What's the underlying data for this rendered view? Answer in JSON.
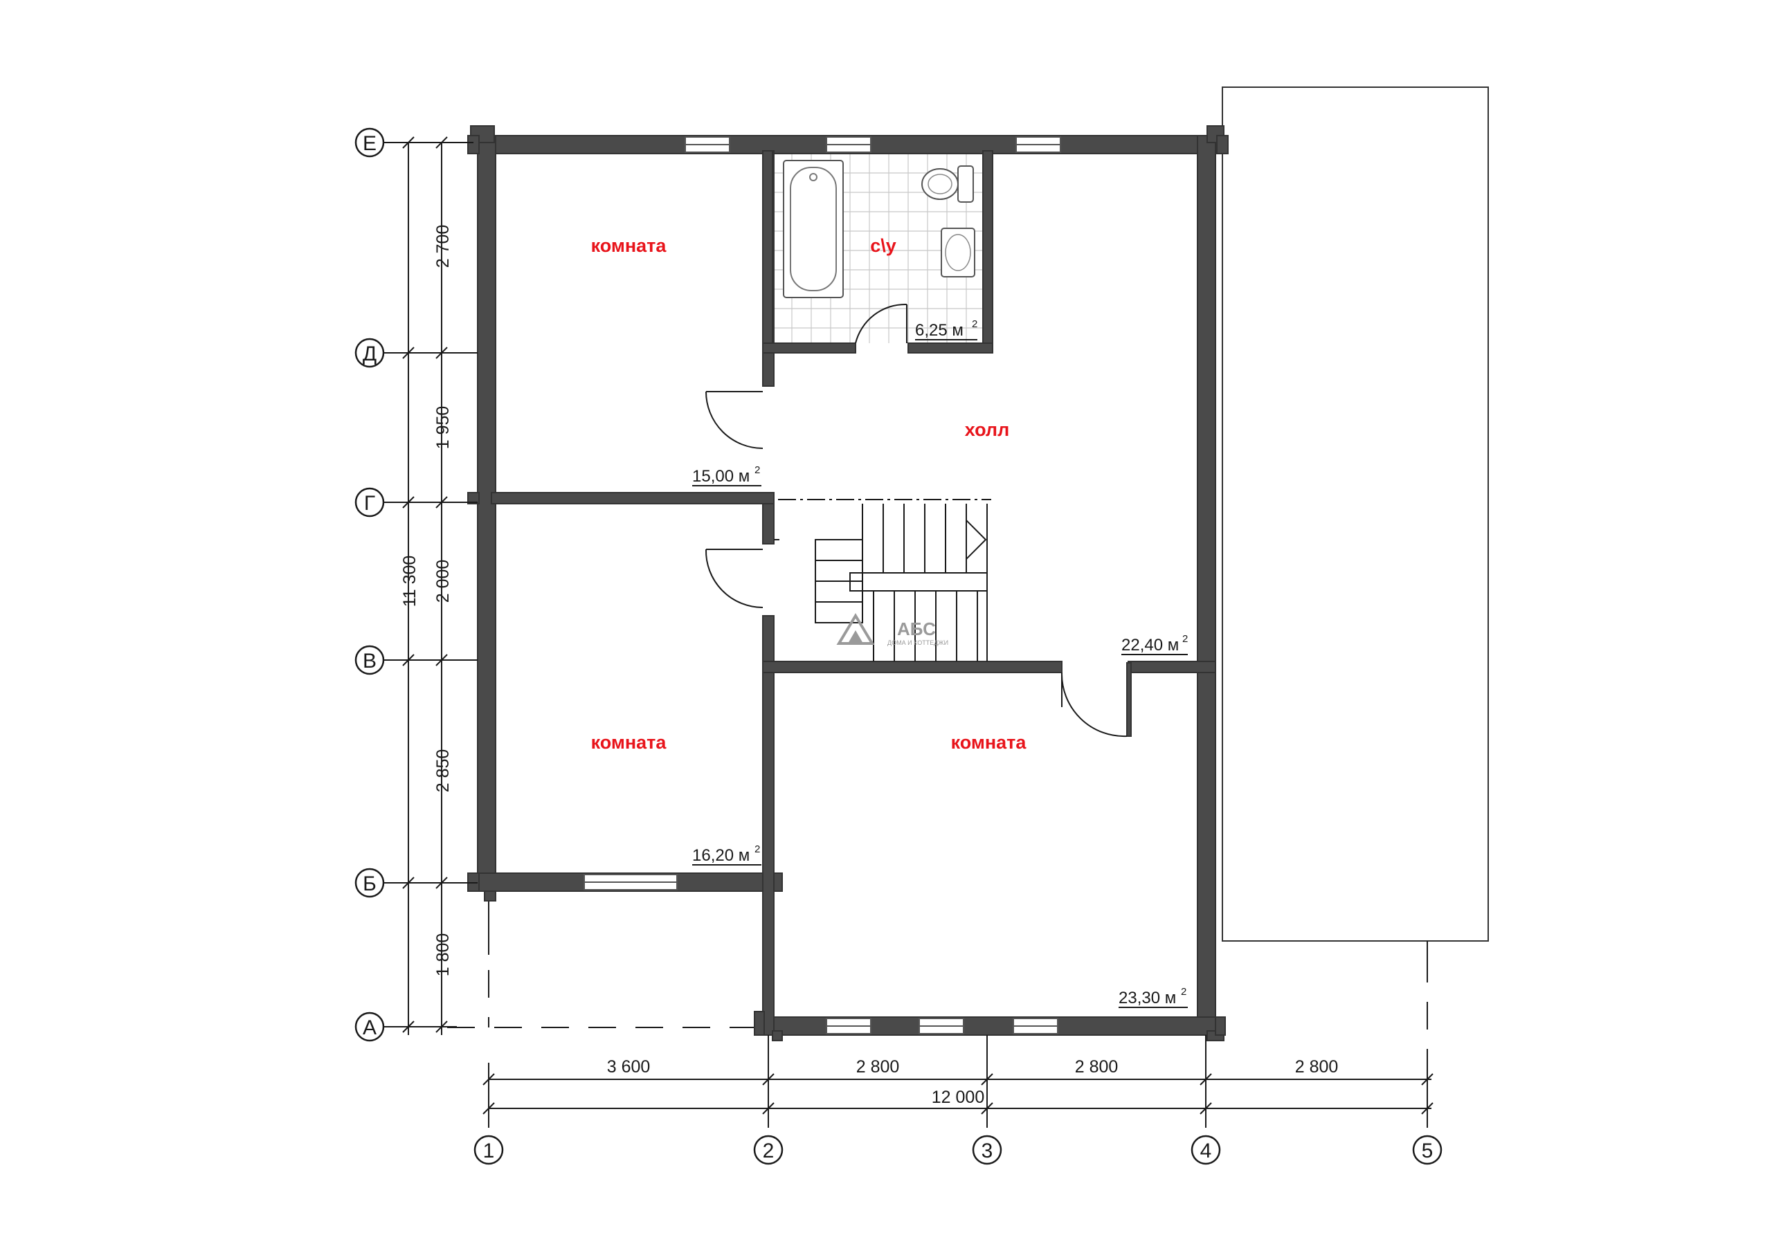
{
  "axes": {
    "columns": [
      "1",
      "2",
      "3",
      "4",
      "5"
    ],
    "rows": [
      "Е",
      "Д",
      "Г",
      "В",
      "Б",
      "А"
    ]
  },
  "dimensions": {
    "vertical": [
      "2 700",
      "1 950",
      "2 000",
      "2 850",
      "1 800"
    ],
    "vertical_total": "11 300",
    "horizontal": [
      "3 600",
      "2 800",
      "2 800",
      "2 800"
    ],
    "horizontal_total": "12 000"
  },
  "rooms": [
    {
      "label": "комната",
      "area": "15,00 м"
    },
    {
      "label": "с\\у",
      "area": "6,25 м"
    },
    {
      "label": "холл",
      "area": "22,40 м"
    },
    {
      "label": "комната",
      "area": "16,20 м"
    },
    {
      "label": "комната",
      "area": "23,30 м"
    }
  ],
  "area_unit_exponent": "2",
  "logo": {
    "name": "АБС",
    "tagline": "ДОМА И КОТТЕДЖИ"
  },
  "colors": {
    "wall": "#4a4a4a",
    "room_label": "#e8141b",
    "line": "#1a1a1a"
  }
}
